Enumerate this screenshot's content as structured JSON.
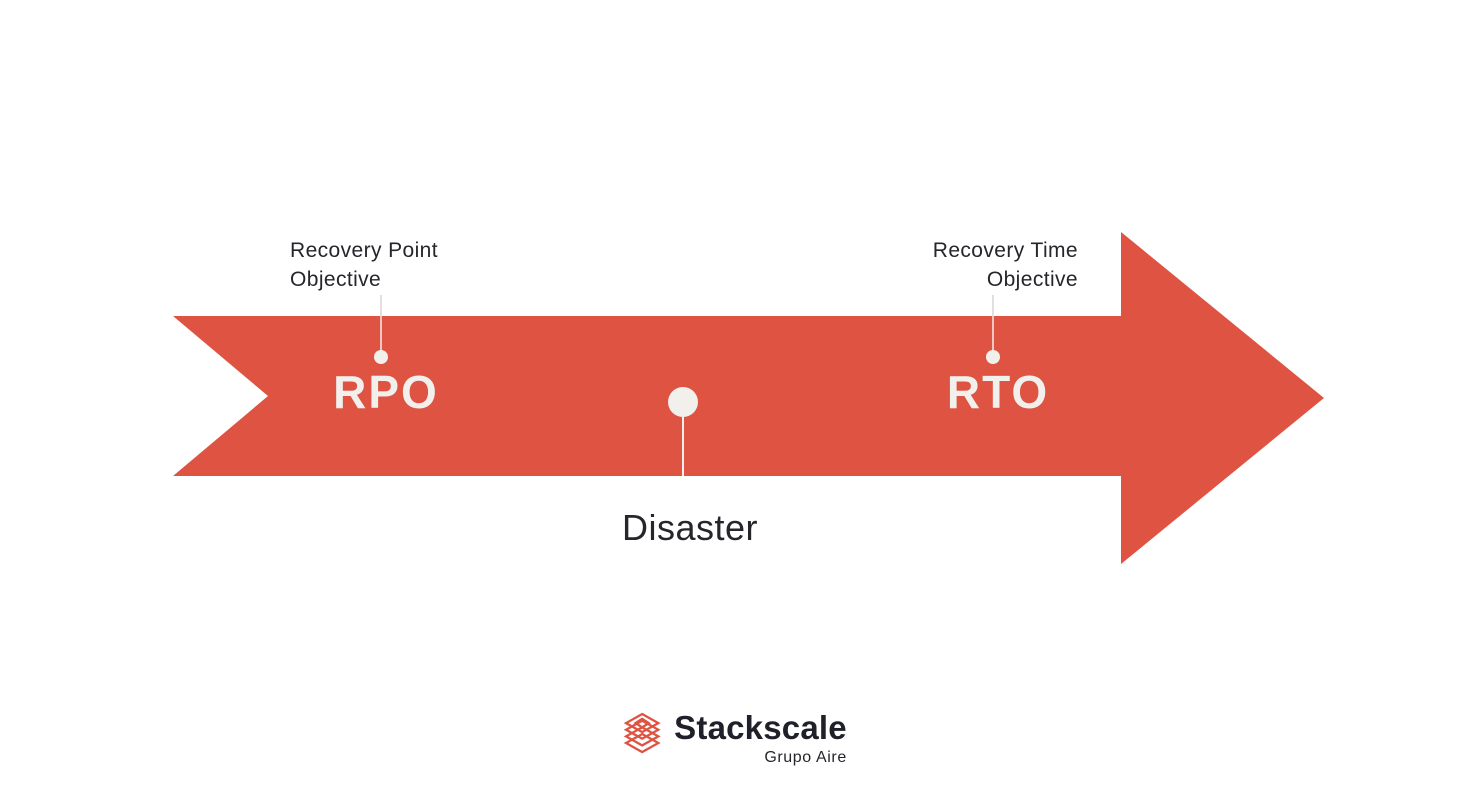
{
  "colors": {
    "arrow": "#DE5342",
    "off_white": "#F2F0EC",
    "connector_gray": "#D8D6D2",
    "text_dark": "#26252B"
  },
  "timeline": {
    "rpo": {
      "label": "Recovery Point\nObjective",
      "abbr": "RPO"
    },
    "rto": {
      "label": "Recovery Time\nObjective",
      "abbr": "RTO"
    },
    "disaster": {
      "label": "Disaster"
    }
  },
  "branding": {
    "name": "Stackscale",
    "subtitle": "Grupo Aire",
    "logo_icon": "stacked-layers-icon"
  }
}
